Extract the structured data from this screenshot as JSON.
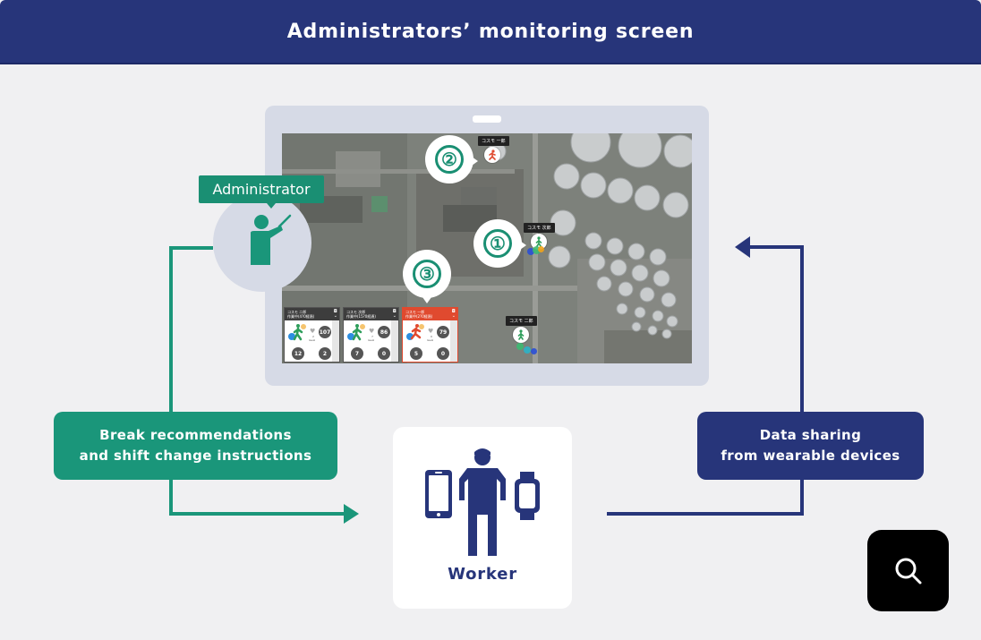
{
  "header": {
    "title": "Administrators’ monitoring screen"
  },
  "colors": {
    "navy": "#27357a",
    "green": "#1a967a",
    "alert_red": "#e04a2f",
    "tablet_frame": "#d6dae6",
    "background": "#f0f0f2"
  },
  "administrator": {
    "label": "Administrator",
    "icon": "person-pointing-icon"
  },
  "tablet": {
    "map": {
      "callouts": [
        {
          "number": "①",
          "tag": "コスモ 次郎",
          "status": "normal"
        },
        {
          "number": "②",
          "tag": "コスモ 一郎",
          "status": "alert"
        },
        {
          "number": "③",
          "target": "worker-cards"
        }
      ],
      "extra_pin": {
        "tag": "コスモ 二郎",
        "status": "normal"
      }
    },
    "cards": [
      {
        "name": "コスモ 二郎",
        "status": "作業中(4?0経過)",
        "level": "2",
        "level_unit": "level",
        "heart_rate": "107",
        "heart_unit": "bpm",
        "metric3": "12",
        "metric3_unit": "m",
        "metric4": "2",
        "metric4_unit": "km/h",
        "alert": false
      },
      {
        "name": "コスモ 次郎",
        "status": "作業中(15?0経過)",
        "level": "7",
        "level_unit": "level",
        "heart_rate": "86",
        "heart_unit": "bpm",
        "metric3": "7",
        "metric3_unit": "m",
        "metric4": "0",
        "metric4_unit": "km/h",
        "alert": false
      },
      {
        "name": "コスモ 一郎",
        "status": "作業中(2?0経過)",
        "level": "0",
        "level_unit": "level",
        "heart_rate": "79",
        "heart_unit": "bpm",
        "metric3": "5",
        "metric3_unit": "m",
        "metric4": "0",
        "metric4_unit": "km/h",
        "alert": true
      }
    ]
  },
  "flows": {
    "to_worker": {
      "line1": "Break recommendations",
      "line2": "and shift change instructions"
    },
    "to_admin": {
      "line1": "Data sharing",
      "line2": "from wearable devices"
    }
  },
  "worker": {
    "label": "Worker",
    "icons": [
      "smartphone-icon",
      "worker-figure-icon",
      "smartwatch-icon"
    ]
  },
  "search_button": {
    "icon": "search-icon"
  }
}
